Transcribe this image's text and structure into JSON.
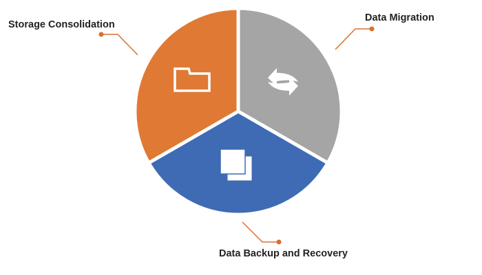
{
  "labels": {
    "storage": "Storage Consolidation",
    "migration": "Data Migration",
    "backup": "Data Backup and Recovery"
  },
  "segments": [
    {
      "name": "Storage Consolidation",
      "icon": "folder-icon",
      "color": "#E07934"
    },
    {
      "name": "Data Migration",
      "icon": "sync-arrows-icon",
      "color": "#A5A5A5"
    },
    {
      "name": "Data Backup and Recovery",
      "icon": "copy-icon",
      "color": "#3E6BB4"
    }
  ],
  "accent": "#D9702E"
}
